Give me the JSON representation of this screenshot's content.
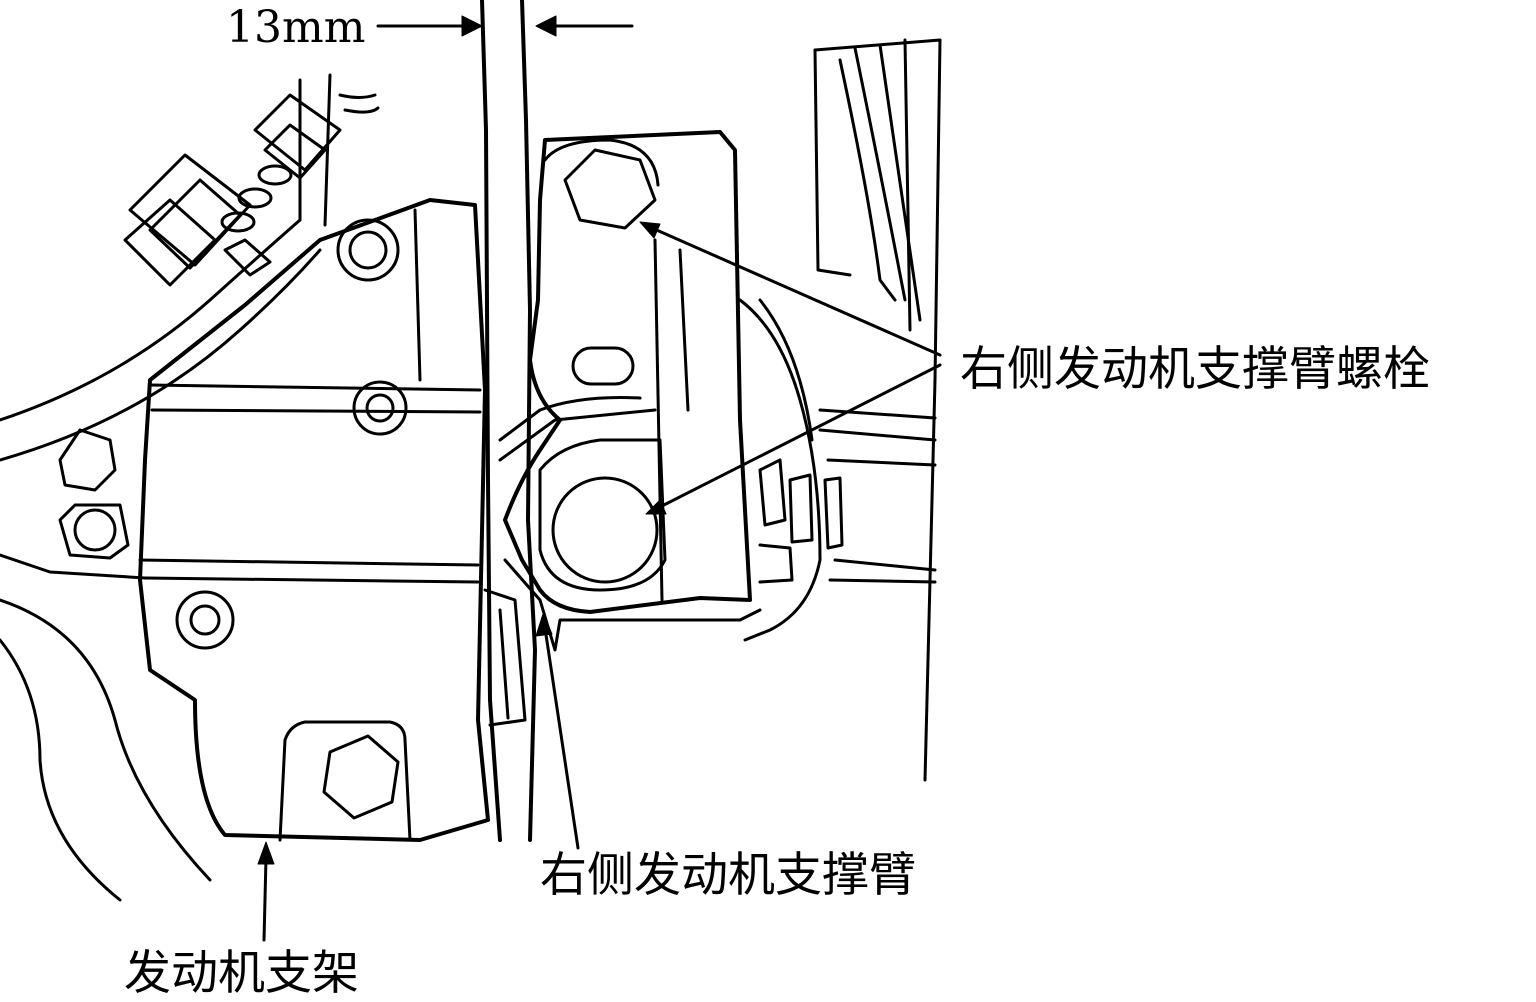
{
  "labels": {
    "dimension": "13mm",
    "bolts": "右侧发动机支撑臂螺栓",
    "arm": "右侧发动机支撑臂",
    "bracket": "发动机支架"
  },
  "colors": {
    "line": "#000000",
    "background": "#ffffff"
  }
}
